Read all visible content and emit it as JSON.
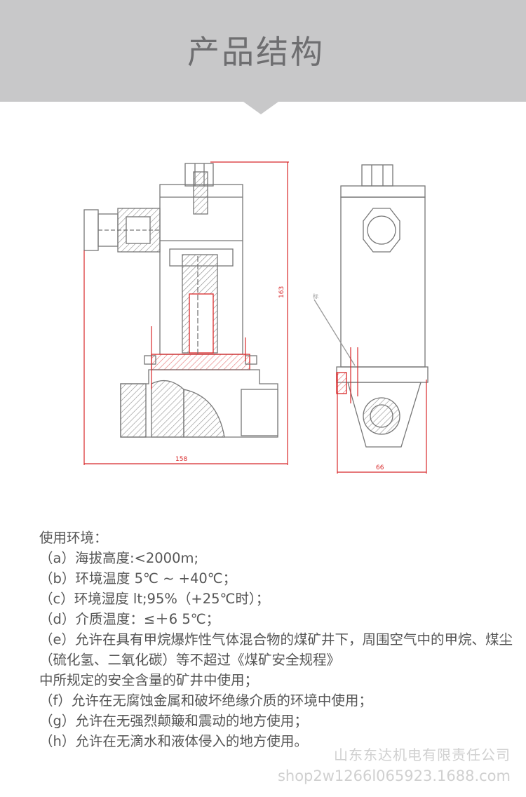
{
  "header": {
    "title": "产品结构",
    "band_color": "#c8c8c9"
  },
  "drawing": {
    "dim_total_length": "158",
    "dim_total_height": "163",
    "dim_width": "66",
    "callout_label": "标",
    "line_color": "#777777",
    "dim_color": "#d8282a"
  },
  "specs": {
    "heading": "使用环境：",
    "lines": [
      "（a）海拔高度:<2000m;",
      "（b）环境温度 5℃ ~ +40℃；",
      "（c）环境湿度 lt;95%（+25℃时）；",
      "（d）介质温度：≤＋6 5℃；",
      "（e）允许在具有甲烷爆炸性气体混合物的煤矿井下，周围空气中的甲烷、煤尘（硫化氢、二氧化碳）等不超过《煤矿安全规程》",
      " 中所规定的安全含量的矿井中使用；",
      "（f）允许在无腐蚀金属和破坏绝缘介质的环境中使用；",
      "（g）允许在无强烈颠簸和震动的地方使用；",
      "（h）允许在无滴水和液体侵入的地方使用。"
    ]
  },
  "watermark": {
    "company": "山东东达机电有限责任公司",
    "url": "shop2w1266l065923.1688.com"
  }
}
